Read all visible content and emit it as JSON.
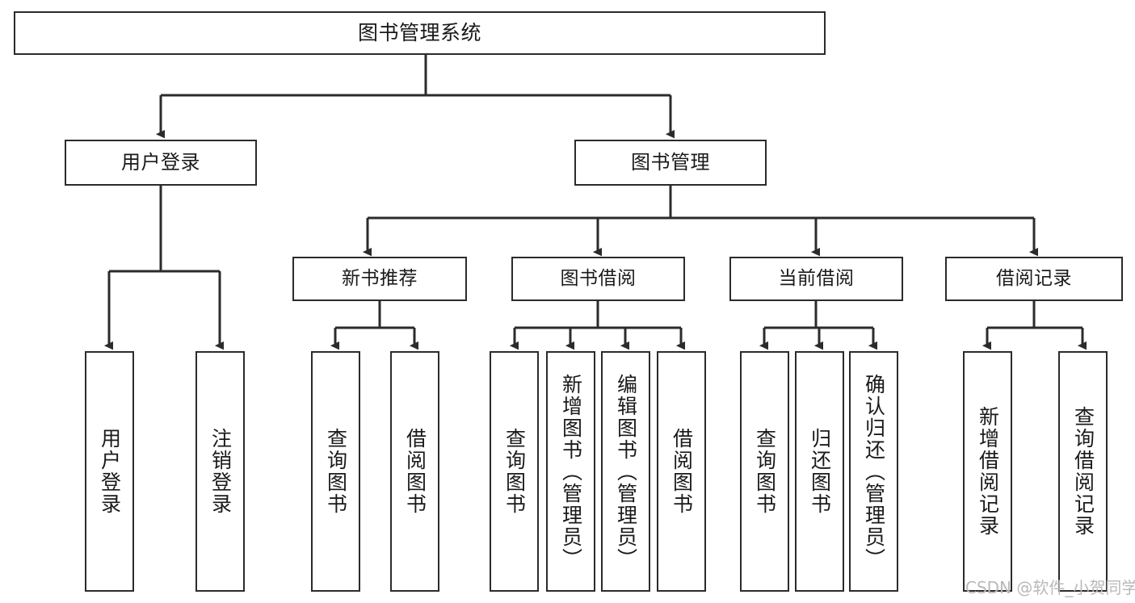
{
  "diagram": {
    "title": "图书管理系统",
    "type": "功能结构图",
    "colors": {
      "box_border": "#2b2b2b",
      "box_fill": "#ffffff",
      "edge": "#2b2b2b",
      "text": "#1a1a1a",
      "watermark": "#b9b9b9",
      "background": "#ffffff"
    }
  },
  "root": {
    "label": "图书管理系统"
  },
  "level2": [
    {
      "id": "user-login",
      "label": "用户登录"
    },
    {
      "id": "book-manage",
      "label": "图书管理"
    }
  ],
  "level3": [
    {
      "id": "new-book-recommend",
      "label": "新书推荐"
    },
    {
      "id": "book-borrow",
      "label": "图书借阅"
    },
    {
      "id": "current-borrow",
      "label": "当前借阅"
    },
    {
      "id": "borrow-record",
      "label": "借阅记录"
    }
  ],
  "leaves": {
    "user_login": [
      {
        "id": "leaf-user-login",
        "label": "用户登录"
      },
      {
        "id": "leaf-logout-login",
        "label": "注销登录"
      }
    ],
    "new_book_recommend": [
      {
        "id": "leaf-query-book-1",
        "label": "查询图书"
      },
      {
        "id": "leaf-borrow-book-1",
        "label": "借阅图书"
      }
    ],
    "book_borrow": [
      {
        "id": "leaf-query-book-2",
        "label": "查询图书"
      },
      {
        "id": "leaf-add-book",
        "label": "新增图书（管理员）"
      },
      {
        "id": "leaf-edit-book",
        "label": "编辑图书（管理员）"
      },
      {
        "id": "leaf-borrow-book-2",
        "label": "借阅图书"
      }
    ],
    "current_borrow": [
      {
        "id": "leaf-query-book-3",
        "label": "查询图书"
      },
      {
        "id": "leaf-return-book",
        "label": "归还图书"
      },
      {
        "id": "leaf-confirm-return",
        "label": "确认归还（管理员）"
      }
    ],
    "borrow_record": [
      {
        "id": "leaf-add-record",
        "label": "新增借阅记录"
      },
      {
        "id": "leaf-query-record",
        "label": "查询借阅记录"
      }
    ]
  },
  "watermark": {
    "text": "CSDN @软件_小贺同学"
  }
}
